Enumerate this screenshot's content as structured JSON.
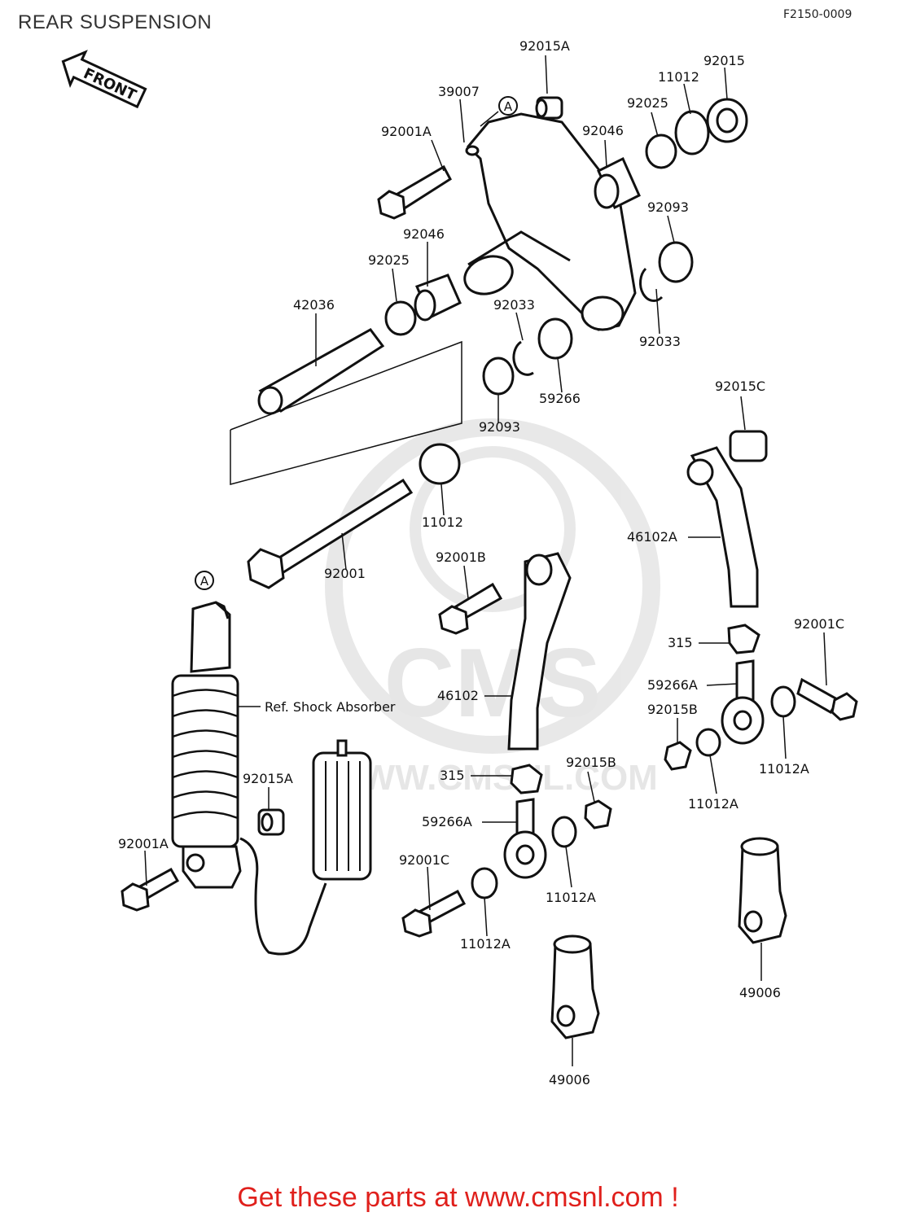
{
  "title": "REAR SUSPENSION",
  "diagram_code": "F2150-0009",
  "front_arrow_label": "FRONT",
  "callout_mark": "A",
  "ref_note": "Ref. Shock Absorber",
  "watermark": {
    "logo": "CMS",
    "url": "WWW.CMSNL.COM"
  },
  "footer": "Get these parts at www.cmsnl.com !",
  "parts": [
    "92015A",
    "39007",
    "11012",
    "92015",
    "92025",
    "92001A",
    "92046",
    "92046",
    "92093",
    "92025",
    "42036",
    "92033",
    "92033",
    "59266",
    "92093",
    "92015C",
    "11012",
    "46102A",
    "92001",
    "92001B",
    "315",
    "92001C",
    "59266A",
    "92015B",
    "46102",
    "11012A",
    "92015A",
    "315",
    "92015B",
    "11012A",
    "59266A",
    "92001A",
    "92001C",
    "11012A",
    "11012A",
    "49006",
    "49006"
  ]
}
